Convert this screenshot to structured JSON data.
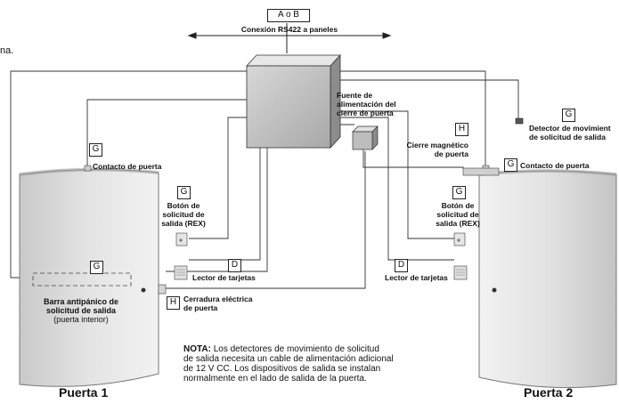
{
  "header": {
    "ab_box": "A o B",
    "rs422": "Conexión RS422 a paneles",
    "cut_text": "na."
  },
  "power_supply": {
    "line1": "Fuente de",
    "line2": "alimentación del",
    "line3": "cierre de puerta"
  },
  "badges": {
    "g": "G",
    "h": "H",
    "d": "D"
  },
  "door1": {
    "title": "Puerta 1",
    "contact": "Contacto de puerta",
    "rex_line1": "Botón de",
    "rex_line2": "solicitud de",
    "rex_line3": "salida (REX)",
    "reader": "Lector de tarjetas",
    "bar_line1": "Barra antipánico de",
    "bar_line2": "solicitud de salida",
    "bar_line3": "(puerta interior)",
    "strike_line1": "Cerradura eléctrica",
    "strike_line2": "de puerta"
  },
  "door2": {
    "title": "Puerta 2",
    "contact": "Contacto de puerta",
    "motion_line1": "Detector de movimient",
    "motion_line2": "de solicitud de salida",
    "maglock_line1": "Cierre magnético",
    "maglock_line2": "de puerta",
    "rex_line1": "Botón de",
    "rex_line2": "solicitud de",
    "rex_line3": "salida (REX)",
    "reader": "Lector de tarjetas"
  },
  "note": {
    "label": "NOTA:",
    "line1": " Los detectores de movimiento de solicitud",
    "line2": "de salida necesita un cable de alimentación adicional",
    "line3": "de 12 V CC. Los dispositivos de salida se instalan",
    "line4": "normalmente en el lado de salida de la puerta."
  }
}
